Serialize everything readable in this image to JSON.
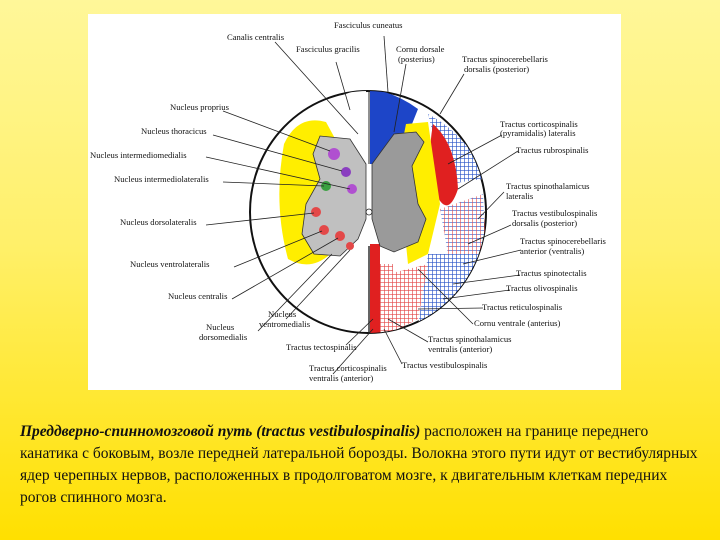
{
  "labels": {
    "canalis_centralis": "Canalis centralis",
    "fasciculus_cuneatus": "Fasciculus cuneatus",
    "fasciculus_gracilis": "Fasciculus gracilis",
    "cornu_dorsale": "Cornu dorsale",
    "cornu_dorsale_sub": "(posterius)",
    "spinocerebellaris_dorsalis": "Tractus spinocerebellaris",
    "spinocerebellaris_dorsalis_sub": "dorsalis (posterior)",
    "nucleus_proprius": "Nucleus proprius",
    "nucleus_thoracicus": "Nucleus thoracicus",
    "nucleus_intermediomedialis": "Nucleus intermediomedialis",
    "nucleus_intermediolateralis": "Nucleus intermediolateralis",
    "nucleus_dorsolateralis": "Nucleus dorsolateralis",
    "nucleus_ventrolateralis": "Nucleus ventrolateralis",
    "nucleus_centralis": "Nucleus centralis",
    "nucleus_ventromedialis_1": "Nucleus",
    "nucleus_ventromedialis_2": "ventromedialis",
    "nucleus_dorsomedialis_1": "Nucleus",
    "nucleus_dorsomedialis_2": "dorsomedialis",
    "corticospinalis_lateralis_1": "Tractus corticospinalis",
    "corticospinalis_lateralis_2": "(pyramidalis) lateralis",
    "rubrospinalis": "Tractus rubrospinalis",
    "spinothalamicus_lateralis_1": "Tractus spinothalamicus",
    "spinothalamicus_lateralis_2": "lateralis",
    "vestibulospinalis_dorsalis_1": "Tractus vestibulospinalis",
    "vestibulospinalis_dorsalis_2": "dorsalis (posterior)",
    "spinocerebellaris_anterior_1": "Tractus spinocerebellaris",
    "spinocerebellaris_anterior_2": "anterior (ventralis)",
    "spinotectalis": "Tractus spinotectalis",
    "olivospinalis": "Tractus olivospinalis",
    "reticulospinalis": "Tractus reticulospinalis",
    "cornu_ventrale": "Cornu ventrale (anterius)",
    "spinothalamicus_ventralis_1": "Tractus spinothalamicus",
    "spinothalamicus_ventralis_2": "ventralis (anterior)",
    "tectospinalis": "Tractus tectospinalis",
    "corticospinalis_ventralis_1": "Tractus corticospinalis",
    "corticospinalis_ventralis_2": "ventralis (anterior)",
    "vestibulospinalis": "Tractus vestibulospinalis"
  },
  "caption": {
    "term": "Преддверно-спинномозговой путь (tractus vestibulospinalis)",
    "text": " расположен на границе переднего канатика с боковым, возле передней латеральной борозды. Волокна этого пути идут от вестибулярных ядер черепных нервов, расположенных в продолговатом мозге, к двигательным клеткам передних рогов спинного мозга."
  },
  "colors": {
    "background": "#ffee55",
    "white_matter": "#ffffff",
    "gray_matter": "#9a9a9a",
    "yellow_zone": "#ffee00",
    "cuneatus_blue": "#1d45c8",
    "red_tract": "#e02020",
    "hatch_blue": "#2a55c8",
    "hatch_red": "#e34848",
    "nucleus_purple": "#b050d0"
  }
}
